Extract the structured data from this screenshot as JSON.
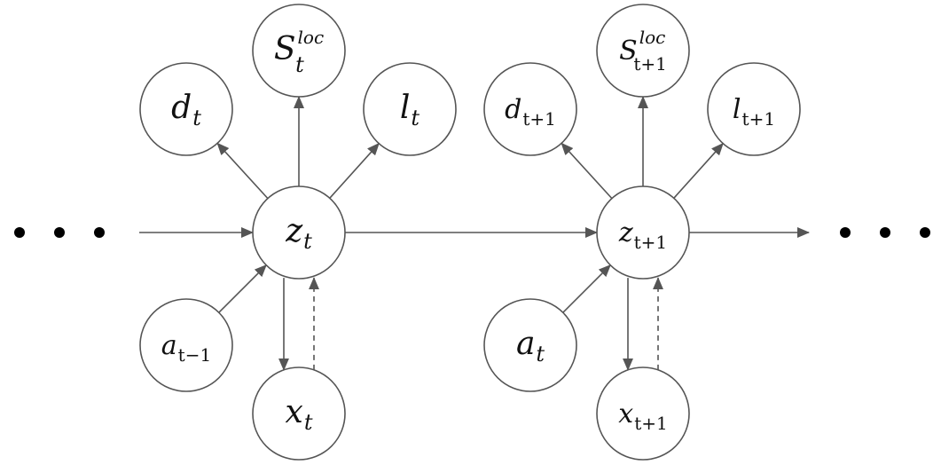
{
  "diagram": {
    "title": "",
    "groups": [
      {
        "nodes": {
          "d": {
            "base": "d",
            "sub": "t",
            "sup": ""
          },
          "s": {
            "base": "S",
            "sub": "t",
            "sup": "loc"
          },
          "l": {
            "base": "l",
            "sub": "t",
            "sup": ""
          },
          "z": {
            "base": "z",
            "sub": "t",
            "sup": ""
          },
          "a": {
            "base": "a",
            "sub": "t−1",
            "sup": ""
          },
          "x": {
            "base": "x",
            "sub": "t",
            "sup": ""
          }
        }
      },
      {
        "nodes": {
          "d": {
            "base": "d",
            "sub": "t+1",
            "sup": ""
          },
          "s": {
            "base": "S",
            "sub": "t+1",
            "sup": "loc"
          },
          "l": {
            "base": "l",
            "sub": "t+1",
            "sup": ""
          },
          "z": {
            "base": "z",
            "sub": "t+1",
            "sup": ""
          },
          "a": {
            "base": "a",
            "sub": "t",
            "sup": ""
          },
          "x": {
            "base": "x",
            "sub": "t+1",
            "sup": ""
          }
        }
      }
    ],
    "edges": [
      {
        "from": "z",
        "to": "d",
        "style": "solid"
      },
      {
        "from": "z",
        "to": "s",
        "style": "solid"
      },
      {
        "from": "z",
        "to": "l",
        "style": "solid"
      },
      {
        "from": "a",
        "to": "z",
        "style": "solid"
      },
      {
        "from": "z",
        "to": "x",
        "style": "solid"
      },
      {
        "from": "x",
        "to": "z",
        "style": "dashed"
      }
    ],
    "ellipsis_left": "…",
    "ellipsis_right": "…",
    "colors": {
      "stroke": "#555555",
      "text": "#111111",
      "dot": "#000000"
    }
  }
}
